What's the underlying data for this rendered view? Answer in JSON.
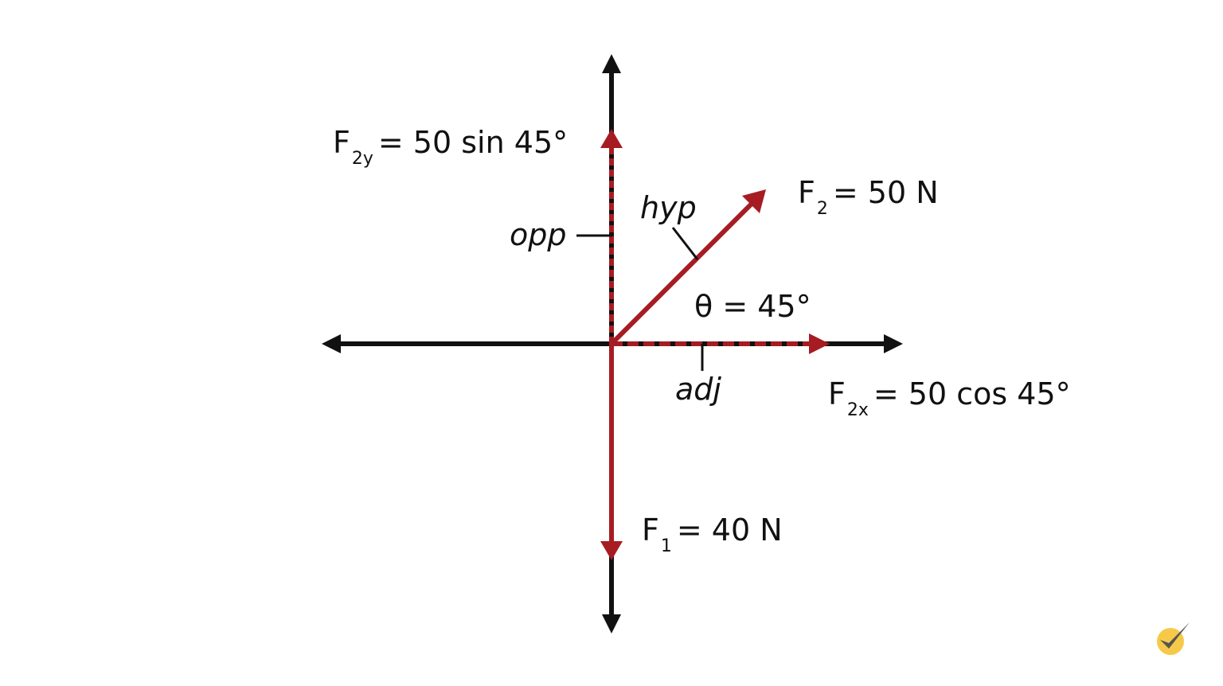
{
  "diagram": {
    "type": "force vector decomposition",
    "colors": {
      "axis": "#111111",
      "vector": "#a61c22",
      "badge": "#f7c948",
      "check": "#555555"
    },
    "labels": {
      "f2y": {
        "main": "F",
        "sub": "2y",
        "rest": "= 50 sin 45°"
      },
      "f2": {
        "main": "F",
        "sub": "2",
        "rest": "= 50 N"
      },
      "f2x": {
        "main": "F",
        "sub": "2x",
        "rest": "= 50 cos 45°"
      },
      "f1": {
        "main": "F",
        "sub": "1",
        "rest": "= 40 N"
      },
      "theta": "θ = 45°",
      "hyp": "hyp",
      "opp": "opp",
      "adj": "adj"
    },
    "vectors": [
      {
        "name": "F1",
        "magnitude_N": 40,
        "direction": "down"
      },
      {
        "name": "F2",
        "magnitude_N": 50,
        "angle_deg": 45
      },
      {
        "name": "F2x",
        "expression": "50 cos 45°",
        "direction": "right"
      },
      {
        "name": "F2y",
        "expression": "50 sin 45°",
        "direction": "up"
      }
    ],
    "badge_icon": "checkmark-badge-icon"
  }
}
